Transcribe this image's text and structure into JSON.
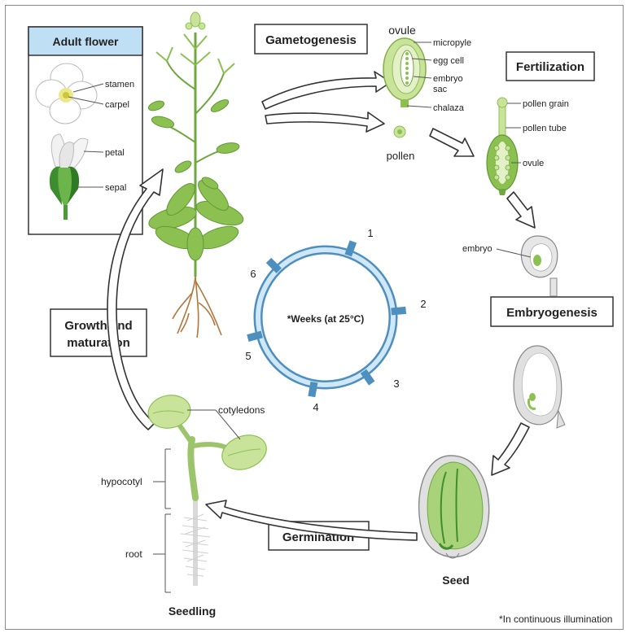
{
  "stages": {
    "gametogenesis": "Gametogenesis",
    "fertilization": "Fertilization",
    "embryogenesis": "Embryogenesis",
    "germination": "Germination",
    "growth_line1": "Growth and",
    "growth_line2": "maturation"
  },
  "adult_flower": {
    "title": "Adult flower",
    "labels": {
      "stamen": "stamen",
      "carpel": "carpel",
      "petal": "petal",
      "sepal": "sepal"
    }
  },
  "ovule_diagram": {
    "title": "ovule",
    "labels": {
      "micropyle": "micropyle",
      "egg_cell": "egg cell",
      "embryo": "embryo",
      "sac": "sac",
      "chalaza": "chalaza"
    },
    "pollen": "pollen"
  },
  "fertilization_diagram": {
    "labels": {
      "pollen_grain": "pollen grain",
      "pollen_tube": "pollen tube",
      "ovule": "ovule"
    }
  },
  "embryo_label": "embryo",
  "seed_label": "Seed",
  "seedling": {
    "title": "Seedling",
    "labels": {
      "cotyledons": "cotyledons",
      "hypocotyl": "hypocotyl",
      "root": "root"
    }
  },
  "clock": {
    "center": "*Weeks (at 25°C)",
    "weeks": [
      "1",
      "2",
      "3",
      "4",
      "5",
      "6"
    ]
  },
  "footnote": "*In continuous illumination",
  "colors": {
    "leaf_light": "#c9e39a",
    "leaf": "#8cc152",
    "leaf_dark": "#3f8f2f",
    "ring": "#4d8fbf",
    "root": "#b4763b",
    "flower_box_header": "#bfe0f4"
  }
}
